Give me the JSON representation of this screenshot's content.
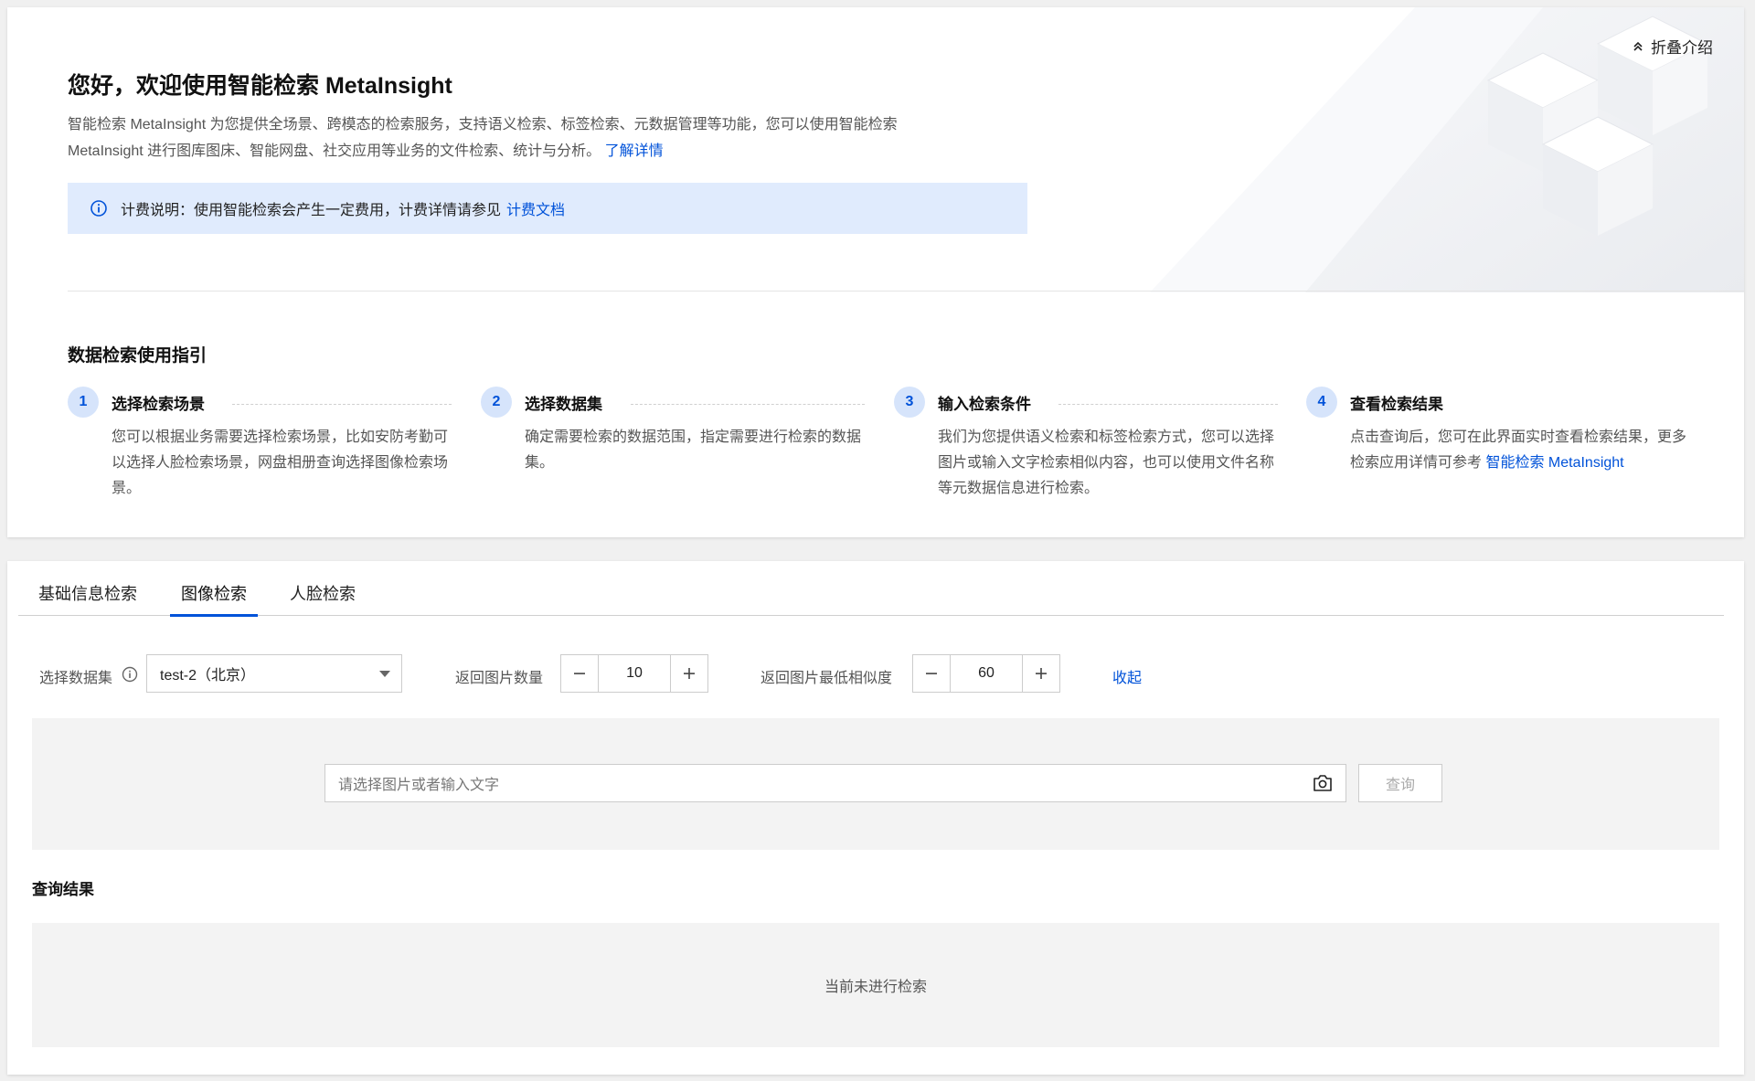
{
  "intro": {
    "collapse_label": "折叠介绍",
    "title": "您好，欢迎使用智能检索 MetaInsight",
    "description": "智能检索 MetaInsight 为您提供全场景、跨模态的检索服务，支持语义检索、标签检索、元数据管理等功能，您可以使用智能检索 MetaInsight 进行图库图床、智能网盘、社交应用等业务的文件检索、统计与分析。",
    "learn_more": "了解详情",
    "notice_text": "计费说明：使用智能检索会产生一定费用，计费详情请参见",
    "notice_link": "计费文档"
  },
  "guide": {
    "title": "数据检索使用指引",
    "steps": [
      {
        "num": "1",
        "title": "选择检索场景",
        "desc": "您可以根据业务需要选择检索场景，比如安防考勤可以选择人脸检索场景，网盘相册查询选择图像检索场景。"
      },
      {
        "num": "2",
        "title": "选择数据集",
        "desc": "确定需要检索的数据范围，指定需要进行检索的数据集。"
      },
      {
        "num": "3",
        "title": "输入检索条件",
        "desc": "我们为您提供语义检索和标签检索方式，您可以选择图片或输入文字检索相似内容，也可以使用文件名称等元数据信息进行检索。"
      },
      {
        "num": "4",
        "title": "查看检索结果",
        "desc": "点击查询后，您可在此界面实时查看检索结果，更多检索应用详情可参考",
        "link": "智能检索 MetaInsight"
      }
    ]
  },
  "tabs": [
    "基础信息检索",
    "图像检索",
    "人脸检索"
  ],
  "active_tab": "图像检索",
  "form": {
    "dataset_label": "选择数据集",
    "dataset_value": "test-2（北京）",
    "count_label": "返回图片数量",
    "count_value": "10",
    "similarity_label": "返回图片最低相似度",
    "similarity_value": "60",
    "collapse_label": "收起"
  },
  "query": {
    "placeholder": "请选择图片或者输入文字",
    "button_label": "查询"
  },
  "results": {
    "title": "查询结果",
    "empty_text": "当前未进行检索"
  },
  "colors": {
    "accent": "#0052d9",
    "notice_bg": "#e0ebfd",
    "step_badge_bg": "#d6e4fb"
  }
}
